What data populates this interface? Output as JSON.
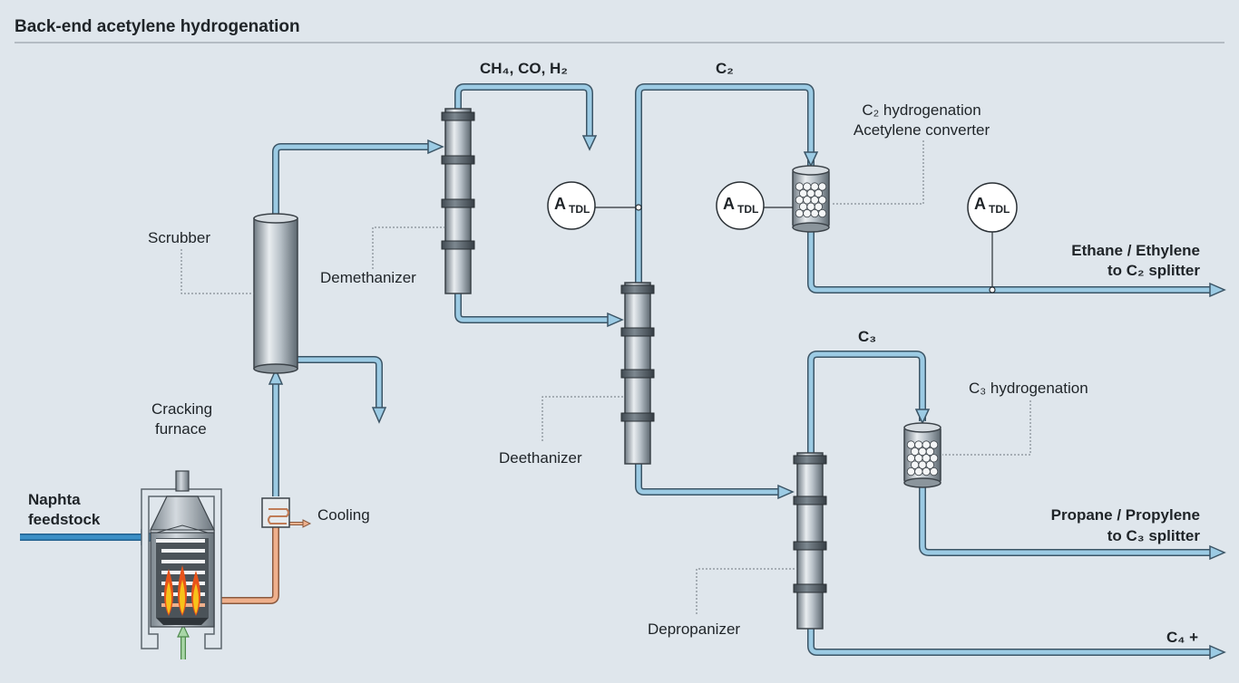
{
  "title": "Back-end acetylene hydrogenation",
  "labels": {
    "scrubber": "Scrubber",
    "cracking_line1": "Cracking",
    "cracking_line2": "furnace",
    "cooling": "Cooling",
    "naphta_line1": "Naphta",
    "naphta_line2": "feedstock",
    "demethanizer": "Demethanizer",
    "deethanizer": "Deethanizer",
    "depropanizer": "Depropanizer",
    "ch4_co_h2": "CH₄, CO, H₂",
    "c2": "C₂",
    "c2_hydro_line1": "C₂ hydrogenation",
    "c2_hydro_line2": "Acetylene converter",
    "ethane_line1": "Ethane / Ethylene",
    "ethane_line2": "to C₂ splitter",
    "c3": "C₃",
    "c3_hydro": "C₃ hydrogenation",
    "propane_line1": "Propane / Propylene",
    "propane_line2": "to C₃ splitter",
    "c4": "C₄ +"
  },
  "analyzer": {
    "letter": "A",
    "sub": "TDL"
  },
  "colors": {
    "background": "#dfe6ec",
    "pipe_blue": "#7fb7d6",
    "pipe_hot": "#e9a47f",
    "pipe_feed": "#3b8fc6",
    "pipe_green": "#8cc68a",
    "vessel": "#a9b3bb",
    "flame_orange": "#f08a1c",
    "flame_yellow": "#f7d21a"
  },
  "icons": {
    "analyzer": "analyzer-icon",
    "reactor": "catalyst-reactor-icon",
    "furnace": "cracking-furnace-icon",
    "cooler": "heat-exchanger-icon"
  }
}
